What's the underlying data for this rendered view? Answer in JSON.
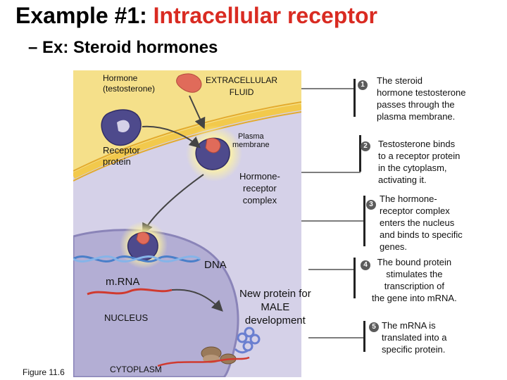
{
  "title": {
    "prefix": "Example #1:",
    "highlight": "Intracellular receptor"
  },
  "subtitle": "– Ex: Steroid hormones",
  "diagram": {
    "hormone_label": [
      "Hormone",
      "(testosterone)"
    ],
    "extracellular_label": [
      "EXTRACELLULAR",
      "FLUID"
    ],
    "plasma_membrane_label": [
      "Plasma",
      "membrane"
    ],
    "receptor_label": [
      "Receptor",
      "protein"
    ],
    "complex_label": [
      "Hormone-",
      "receptor",
      "complex"
    ],
    "dna_label": "DNA",
    "mrna_label": "m.RNA",
    "nucleus_label": "NUCLEUS",
    "protein_label": [
      "New protein for",
      "MALE",
      "development"
    ],
    "cytoplasm_label": "CYTOPLASM",
    "figure_label": "Figure 11.6"
  },
  "steps": [
    {
      "number": "1",
      "lines": [
        "The steroid",
        "hormone testosterone",
        "passes through the",
        "plasma membrane."
      ]
    },
    {
      "number": "2",
      "lines": [
        "Testosterone binds",
        "to a receptor protein",
        "in the cytoplasm,",
        "activating it."
      ]
    },
    {
      "number": "3",
      "lines": [
        "The hormone-",
        "receptor complex",
        "enters the nucleus",
        "and binds to specific",
        "genes."
      ]
    },
    {
      "number": "4",
      "lines": [
        "The bound protein",
        "stimulates the",
        "transcription of",
        "the gene into mRNA."
      ]
    },
    {
      "number": "5",
      "lines": [
        "The mRNA is",
        "translated into a",
        "specific protein."
      ]
    }
  ],
  "colors": {
    "title_highlight": "#d92b22",
    "extracellular": "#f5e08a",
    "membrane": "#f2c94c",
    "cytoplasm": "#d5d1e8",
    "nucleus": "#b3aed4",
    "hormone": "#e06b5a",
    "receptor": "#4e4a8c"
  }
}
